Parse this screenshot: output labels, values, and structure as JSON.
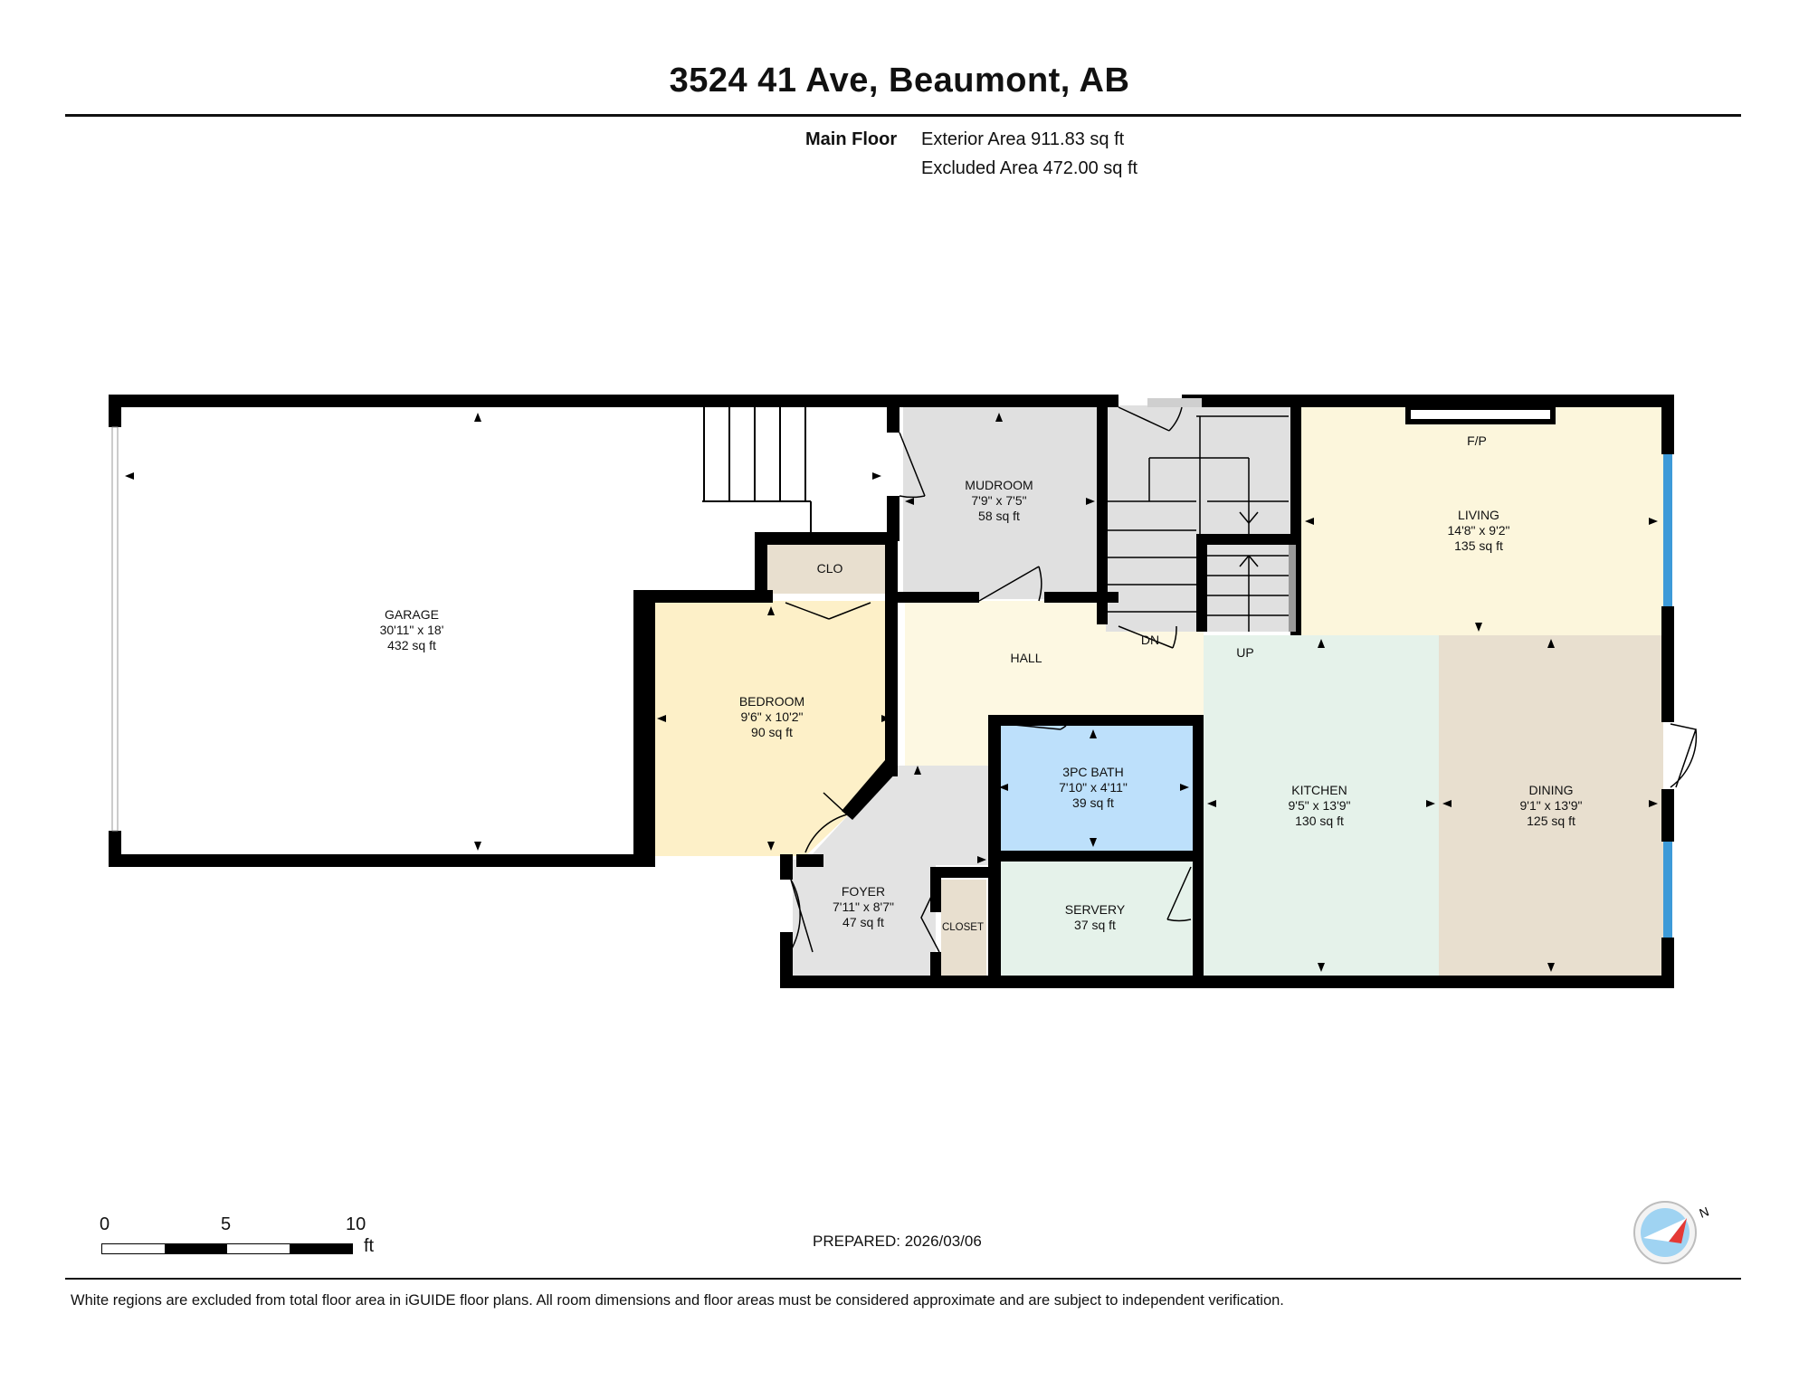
{
  "header": {
    "address": "3524 41 Ave, Beaumont, AB"
  },
  "area_summary": {
    "floor_name": "Main Floor",
    "exterior_area": "Exterior Area 911.83 sq ft",
    "excluded_area": "Excluded Area 472.00 sq ft"
  },
  "rooms": {
    "garage": {
      "name": "GARAGE",
      "dims": "30'11\" x 18'",
      "area": "432 sq ft"
    },
    "mudroom": {
      "name": "MUDROOM",
      "dims": "7'9\" x 7'5\"",
      "area": "58 sq ft"
    },
    "living": {
      "name": "LIVING",
      "dims": "14'8\" x 9'2\"",
      "area": "135 sq ft"
    },
    "fireplace": {
      "name": "F/P"
    },
    "clo": {
      "name": "CLO"
    },
    "hall": {
      "name": "HALL"
    },
    "bedroom": {
      "name": "BEDROOM",
      "dims": "9'6\" x 10'2\"",
      "area": "90 sq ft"
    },
    "bath": {
      "name": "3PC BATH",
      "dims": "7'10\" x 4'11\"",
      "area": "39 sq ft"
    },
    "kitchen": {
      "name": "KITCHEN",
      "dims": "9'5\" x 13'9\"",
      "area": "130 sq ft"
    },
    "dining": {
      "name": "DINING",
      "dims": "9'1\" x 13'9\"",
      "area": "125 sq ft"
    },
    "foyer": {
      "name": "FOYER",
      "dims": "7'11\" x 8'7\"",
      "area": "47 sq ft"
    },
    "closet": {
      "name": "CLOSET"
    },
    "servery": {
      "name": "SERVERY",
      "area": "37 sq ft"
    },
    "stairs_down": {
      "name": "DN"
    },
    "stairs_up": {
      "name": "UP"
    }
  },
  "colors": {
    "wall": "#000000",
    "mudroom": "#e0e0e0",
    "living": "#fcf6dc",
    "hall": "#fdf8e2",
    "bedroom": "#fdf0c8",
    "bath": "#bde0fb",
    "kitchen": "#e5f2ea",
    "dining": "#e8dfcf",
    "foyer": "#e3e3e3",
    "closet": "#e8dfcf",
    "clo": "#e8dfcf",
    "window": "#3d9ad8"
  },
  "scale_bar": {
    "ticks": [
      "0",
      "5",
      "10"
    ],
    "unit": "ft"
  },
  "prepared": "PREPARED: 2026/03/06",
  "compass": {
    "letter": "N"
  },
  "footer": {
    "disclaimer": "White regions are excluded from total floor area in iGUIDE floor plans. All room dimensions and floor areas must be considered approximate and are subject to independent verification."
  }
}
